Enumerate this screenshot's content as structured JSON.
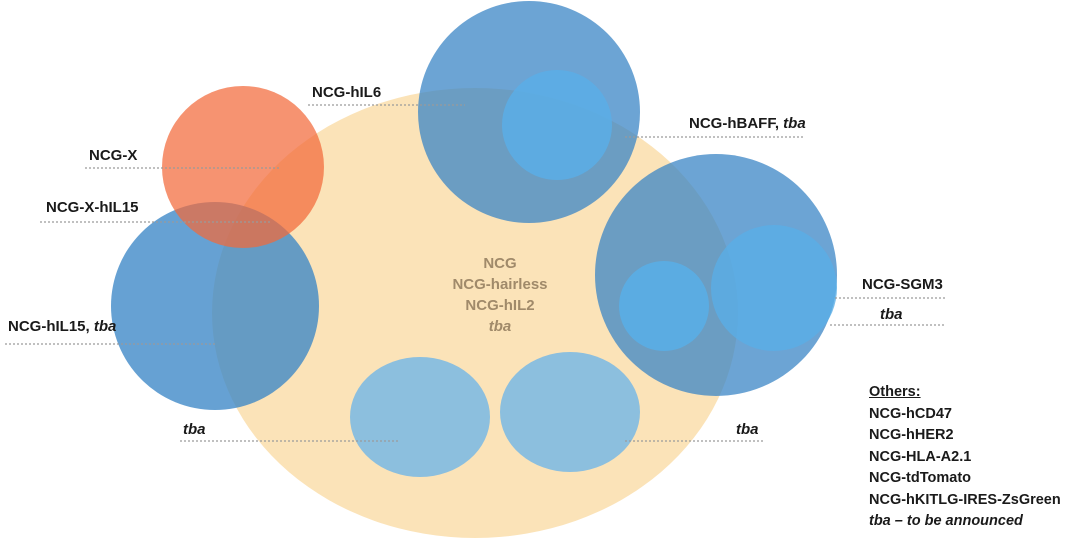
{
  "colors": {
    "background_ellipse": "#fbe3b8",
    "blue_circle": "#4a90c9",
    "blue_inner": "#5aaee6",
    "orange_circle": "#f07a4a",
    "light_blue": "#8cbfde",
    "center_text": "#a08a6a",
    "label_text": "#1a1a1a",
    "leader_line": "#9a9a9a"
  },
  "center": {
    "lines": [
      "NCG",
      "NCG-hairless",
      "NCG-hIL2",
      "tba"
    ]
  },
  "labels": {
    "hil6": "NCG-hIL6",
    "hbaff": "NCG-hBAFF, ",
    "hbaff_tba": "tba",
    "x": "NCG-X",
    "x_hil15": "NCG-X-hIL15",
    "hil15": "NCG-hIL15, ",
    "hil15_tba": "tba",
    "sgm3": "NCG-SGM3",
    "sgm3_tba": "tba",
    "bottom_left_tba": "tba",
    "bottom_right_tba": "tba"
  },
  "others": {
    "title": "Others:",
    "items": [
      "NCG-hCD47",
      "NCG-hHER2",
      "NCG-HLA-A2.1",
      "NCG-tdTomato",
      "NCG-hKITLG-IRES-ZsGreen"
    ],
    "note": "tba – to be announced"
  }
}
